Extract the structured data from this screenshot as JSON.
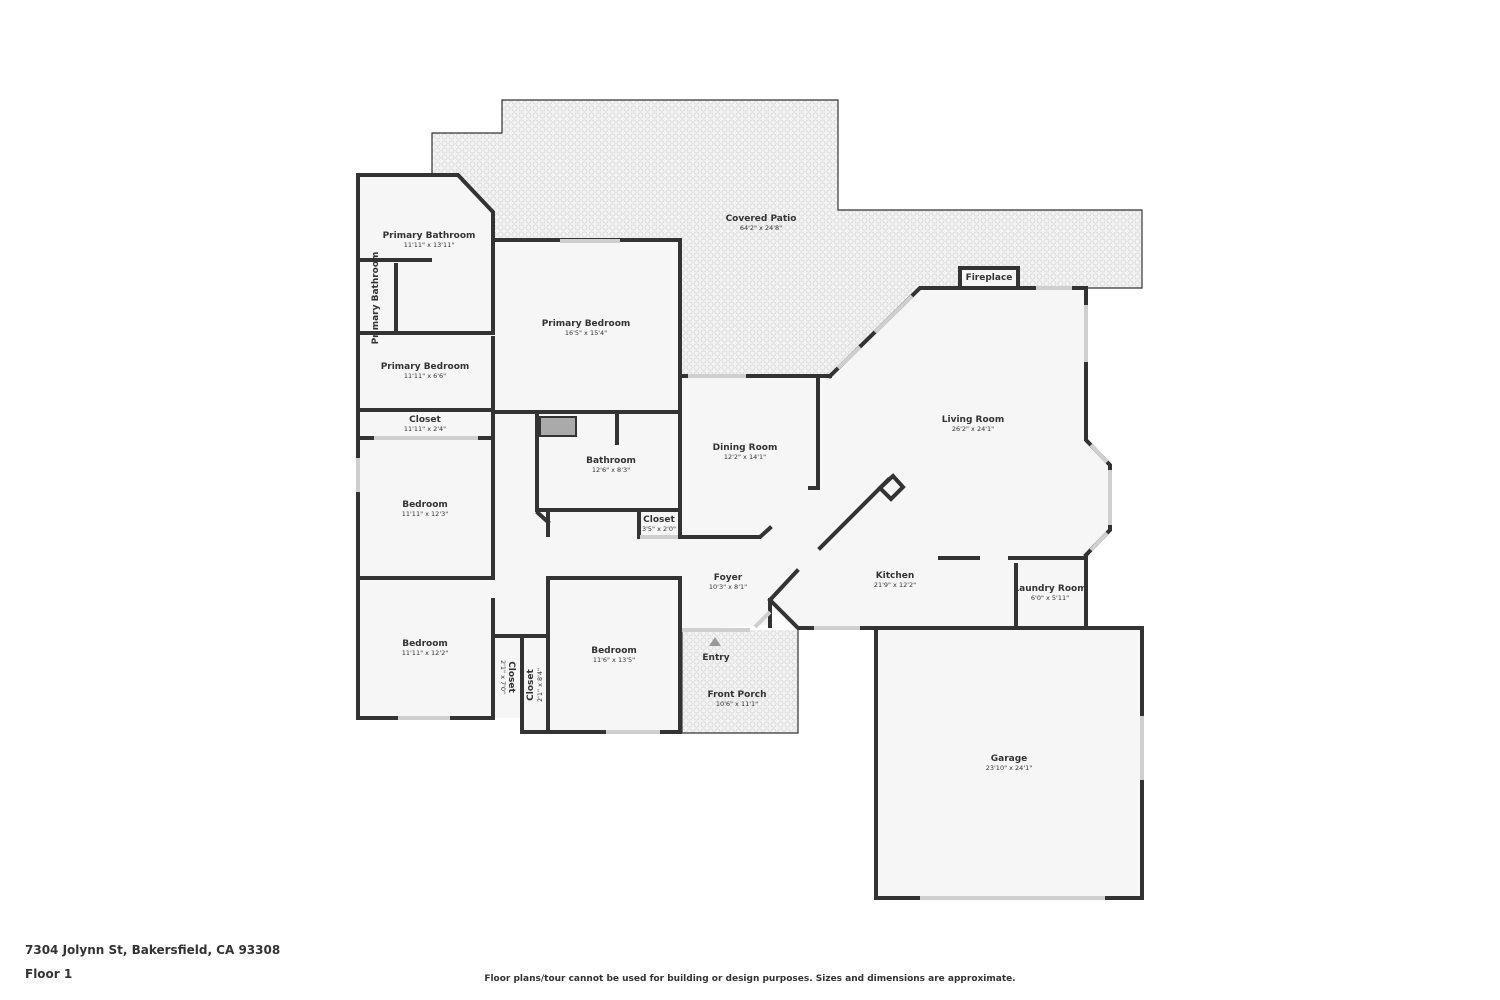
{
  "rooms": {
    "covered_patio": {
      "name": "Covered Patio",
      "dim": "64'2\" x 24'8\""
    },
    "fireplace": {
      "name": "Fireplace"
    },
    "primary_bathroom": {
      "name": "Primary Bathroom",
      "dim": "11'11\" x 13'11\""
    },
    "primary_bathroom_small": {
      "name": "Primary Bathroom"
    },
    "primary_bedroom_main": {
      "name": "Primary Bedroom",
      "dim": "16'5\" x 15'4\""
    },
    "primary_bedroom_small": {
      "name": "Primary Bedroom",
      "dim": "11'11\" x 6'6\""
    },
    "closet_top": {
      "name": "Closet",
      "dim": "11'11\" x 2'4\""
    },
    "bathroom": {
      "name": "Bathroom",
      "dim": "12'6\" x 8'3\""
    },
    "dining_room": {
      "name": "Dining Room",
      "dim": "12'2\" x 14'1\""
    },
    "living_room": {
      "name": "Living Room",
      "dim": "26'2\" x 24'1\""
    },
    "bedroom_1": {
      "name": "Bedroom",
      "dim": "11'11\" x 12'3\""
    },
    "closet_small": {
      "name": "Closet",
      "dim": "3'5\" x 2'0\""
    },
    "foyer": {
      "name": "Foyer",
      "dim": "10'3\" x 8'1\""
    },
    "kitchen": {
      "name": "Kitchen",
      "dim": "21'9\" x 12'2\""
    },
    "laundry_room": {
      "name": "Laundry Room",
      "dim": "6'0\" x 5'11\""
    },
    "bedroom_2": {
      "name": "Bedroom",
      "dim": "11'11\" x 12'2\""
    },
    "closet_v1": {
      "name": "Closet",
      "dim": "2'1\" x 7'0\""
    },
    "closet_v2": {
      "name": "Closet",
      "dim": "2'1\" x 8'4\""
    },
    "bedroom_3": {
      "name": "Bedroom",
      "dim": "11'6\" x 13'5\""
    },
    "entry": {
      "name": "Entry"
    },
    "front_porch": {
      "name": "Front Porch",
      "dim": "10'6\" x 11'1\""
    },
    "garage": {
      "name": "Garage",
      "dim": "23'10\" x 24'1\""
    }
  },
  "footer": {
    "address": "7304 Jolynn St, Bakersfield, CA 93308",
    "floor": "Floor 1",
    "disclaimer": "Floor plans/tour cannot be used for building or design purposes. Sizes and dimensions are approximate."
  }
}
